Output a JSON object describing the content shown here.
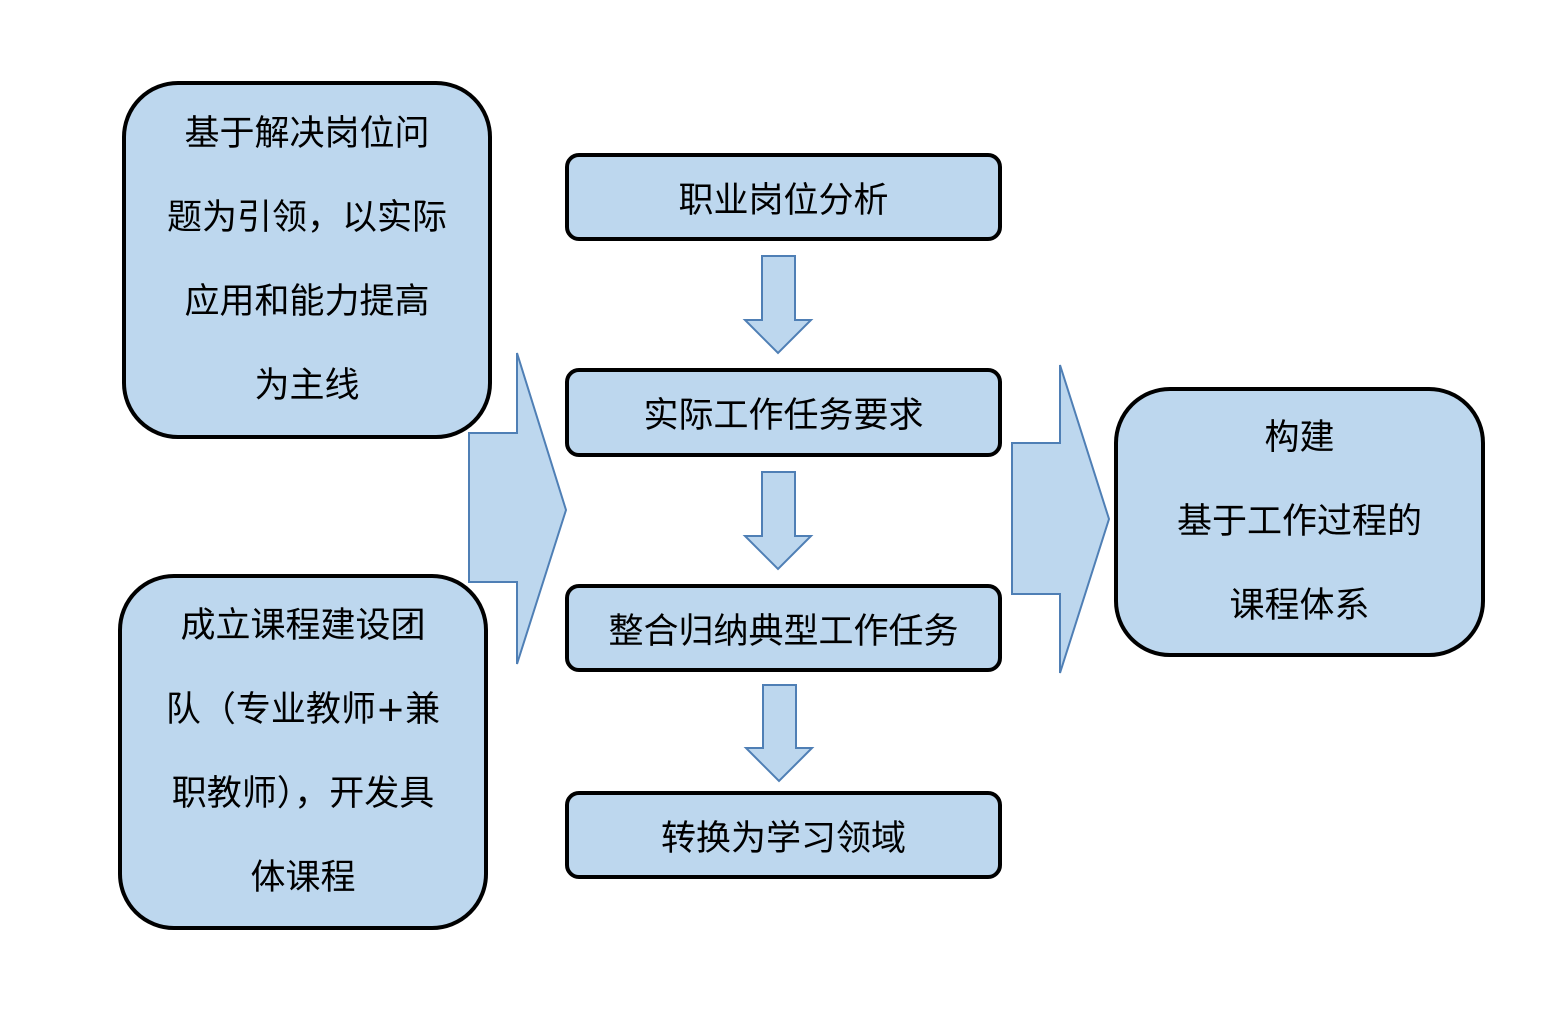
{
  "left_top": {
    "lines": [
      "基于解决岗位问",
      "题为引领，以实际",
      "应用和能力提高",
      "为主线"
    ]
  },
  "left_bottom": {
    "lines": [
      "成立课程建设团",
      "队（专业教师+兼",
      "职教师），开发具",
      "体课程"
    ]
  },
  "steps": [
    {
      "label": "职业岗位分析"
    },
    {
      "label": "实际工作任务要求"
    },
    {
      "label": "整合归纳典型工作任务"
    },
    {
      "label": "转换为学习领域"
    }
  ],
  "result": {
    "lines": [
      "构建",
      "基于工作过程的",
      "课程体系"
    ]
  },
  "colors": {
    "box_fill": "#bdd7ee",
    "box_border": "#000000",
    "arrow_stroke": "#4f7fb5",
    "text": "#000000"
  }
}
